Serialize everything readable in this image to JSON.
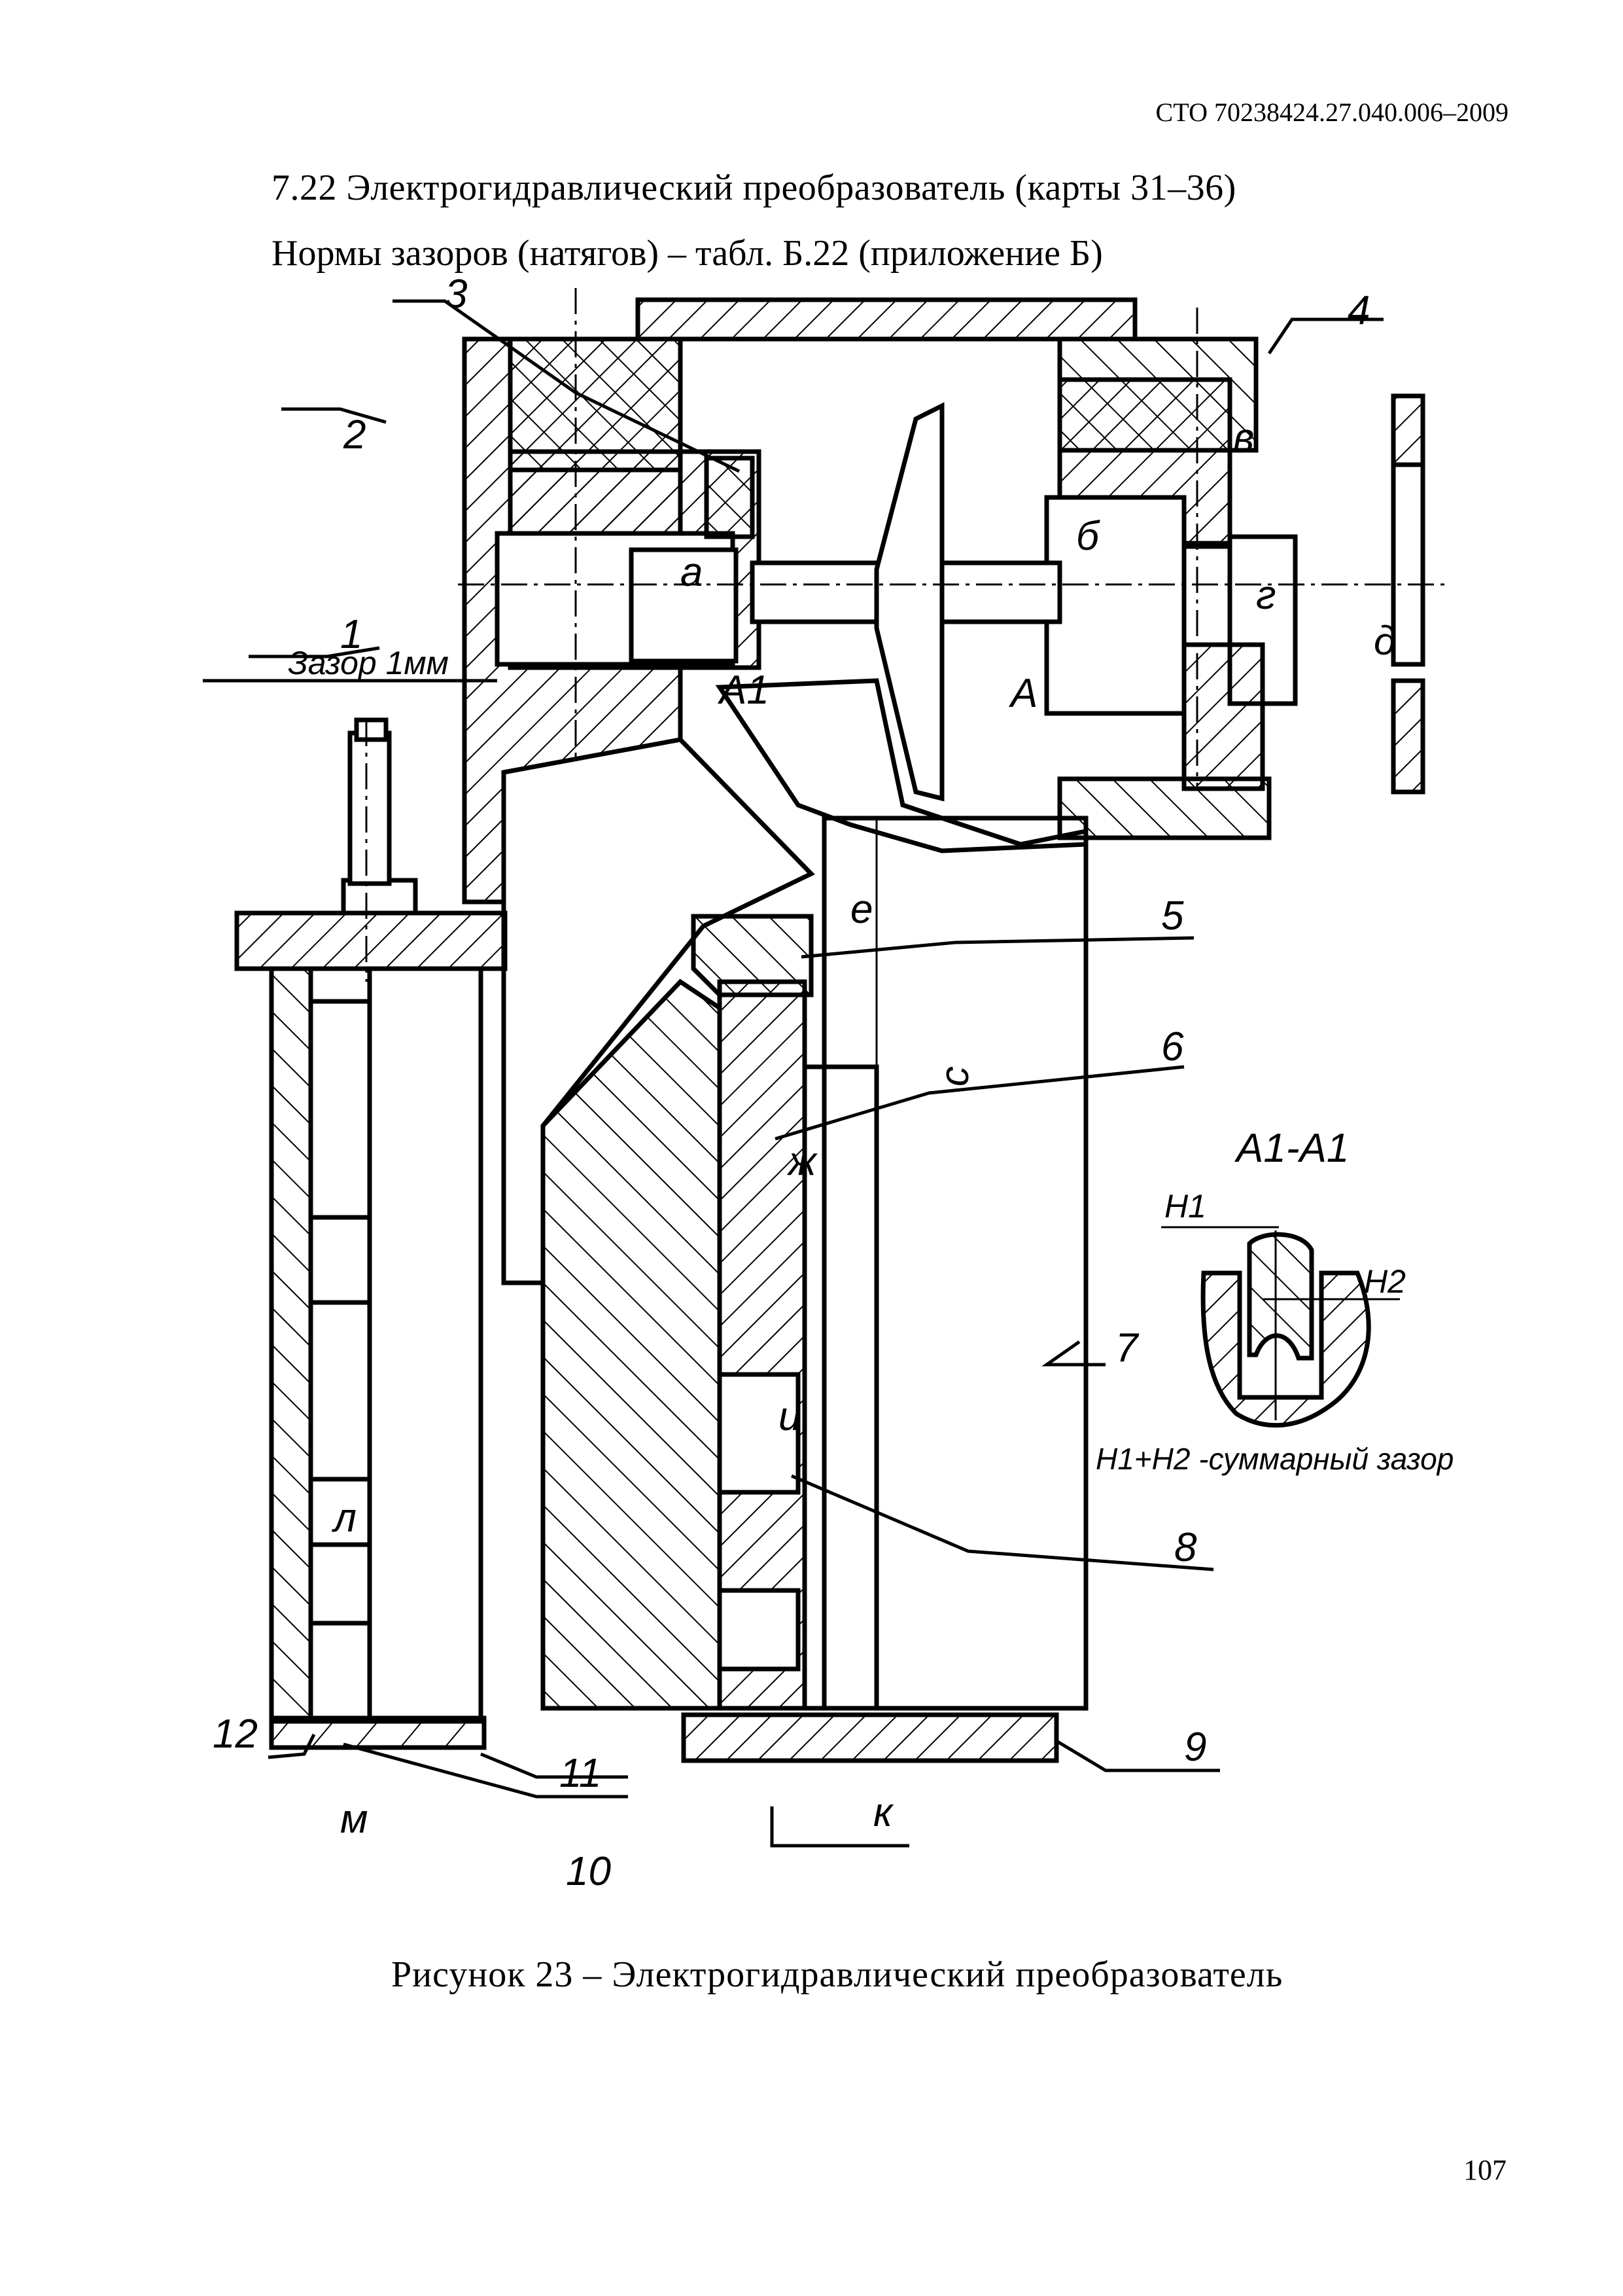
{
  "header": {
    "doc_code": "СТО 70238424.27.040.006–2009"
  },
  "section": {
    "title": "7.22 Электрогидравлический преобразователь (карты 31–36)",
    "norms": "Нормы зазоров (натягов) – табл. Б.22 (приложение Б)"
  },
  "figure": {
    "caption": "Рисунок 23 – Электрогидравлический преобразователь",
    "part_numbers": [
      "1",
      "2",
      "3",
      "4",
      "5",
      "6",
      "7",
      "8",
      "9",
      "10",
      "11",
      "12"
    ],
    "gap_labels": {
      "a": "а",
      "b": "б",
      "v": "в",
      "g": "г",
      "d": "д",
      "e": "е",
      "s": "с",
      "zh": "ж",
      "i": "и",
      "k": "к",
      "l": "л",
      "m": "м"
    },
    "section_marks": {
      "A1_left": "А1",
      "A_right": "А"
    },
    "gap_note": "Зазор 1мм",
    "section_view": {
      "title": "А1-А1",
      "h1": "Н1",
      "h2": "Н2",
      "note": "Н1+Н2 -суммарный зазор"
    }
  },
  "page": {
    "number": "107"
  }
}
